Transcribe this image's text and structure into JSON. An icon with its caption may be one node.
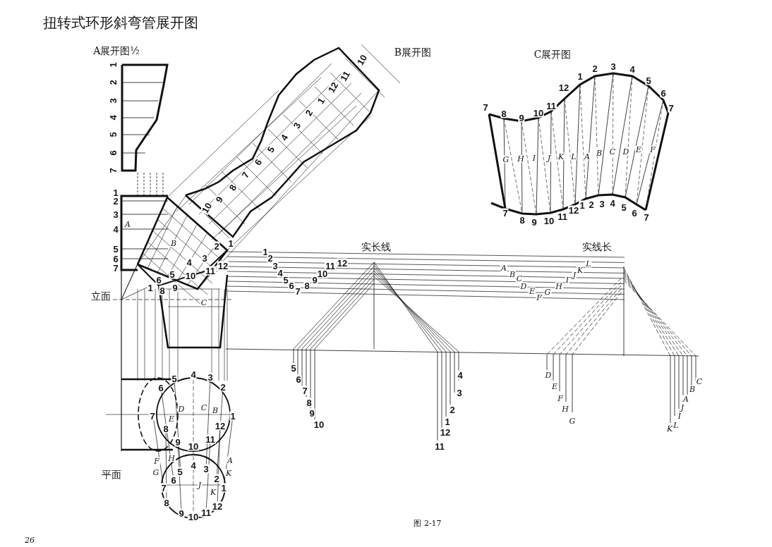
{
  "diagram": {
    "title": "扭转式环形斜弯管展开图",
    "caption": "图 2-17",
    "labels": [
      "A展开图½",
      "B展开图",
      "C展开图",
      "1",
      "2",
      "3",
      "4",
      "5",
      "6",
      "7",
      "1",
      "2",
      "3",
      "4",
      "5",
      "6",
      "7",
      "A",
      "B",
      "10",
      "9",
      "8",
      "7",
      "6",
      "5",
      "4",
      "3",
      "2",
      "1",
      "12",
      "11",
      "10",
      "2",
      "1",
      "4",
      "3",
      "12",
      "5",
      "10",
      "11",
      "6",
      "1",
      "8",
      "9",
      "1",
      "2",
      "3",
      "4",
      "5",
      "6",
      "7",
      "8",
      "9",
      "10",
      "11",
      "12",
      "实长线",
      "实线长",
      "A",
      "B",
      "C",
      "D",
      "E",
      "F",
      "G",
      "H",
      "I",
      "J",
      "K",
      "L",
      "5",
      "6",
      "7",
      "8",
      "9",
      "10",
      "4",
      "3",
      "2",
      "1",
      "12",
      "11",
      "D",
      "E",
      "F",
      "H",
      "G",
      "C",
      "B",
      "A",
      "J",
      "I",
      "L",
      "K",
      "立面",
      "C",
      "5",
      "4",
      "3",
      "6",
      "2",
      "7",
      "E",
      "D",
      "C",
      "B",
      "1",
      "8",
      "12",
      "9",
      "11",
      "10",
      "平面",
      "F",
      "H",
      "A",
      "4",
      "G",
      "5",
      "3",
      "K",
      "6",
      "2",
      "7",
      "J",
      "1",
      "K",
      "8",
      "12",
      "9",
      "11",
      "10",
      "7",
      "8",
      "9",
      "10",
      "11",
      "12",
      "1",
      "2",
      "3",
      "4",
      "5",
      "6",
      "7",
      "7",
      "8",
      "9",
      "10",
      "11",
      "12",
      "1",
      "2",
      "3",
      "4",
      "5",
      "6",
      "7",
      "G",
      "H",
      "I",
      "J",
      "K",
      "L",
      "A",
      "B",
      "C",
      "D",
      "E",
      "F",
      "26"
    ]
  }
}
